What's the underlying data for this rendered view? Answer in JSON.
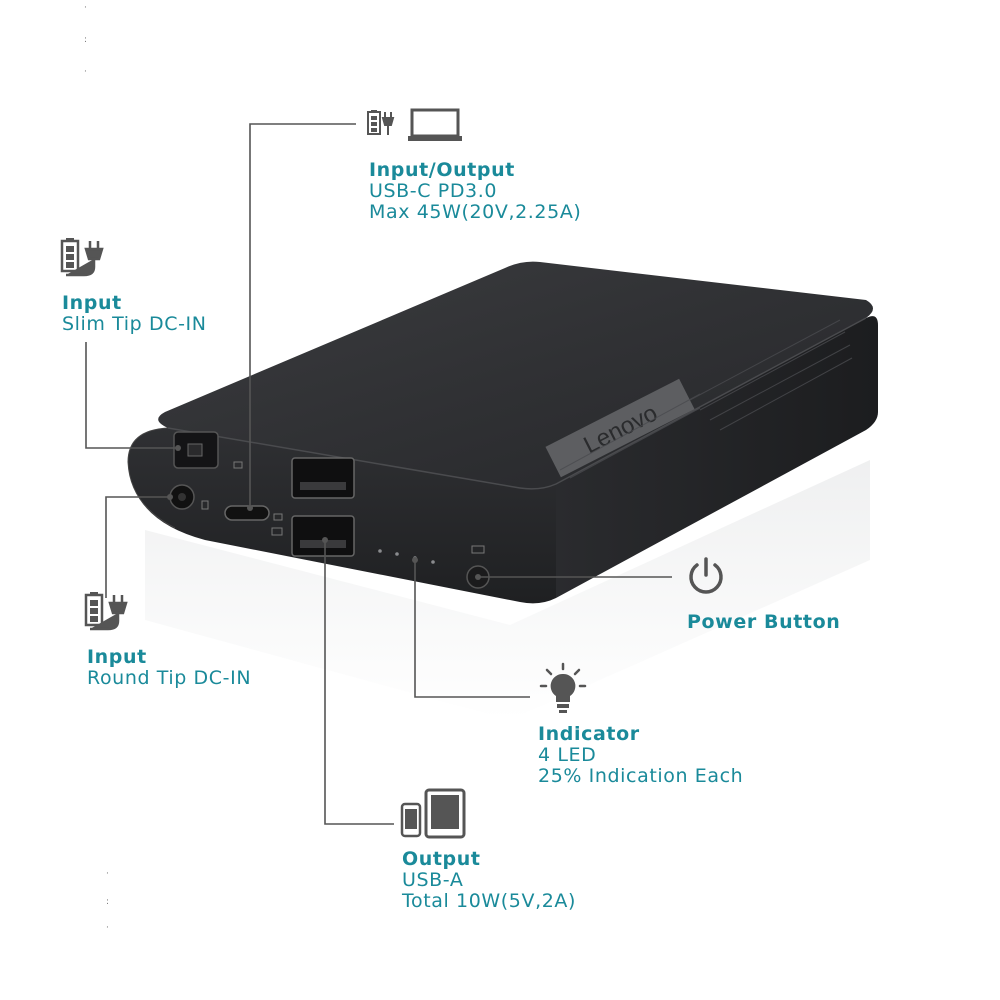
{
  "callouts": {
    "usb_c": {
      "title": "Input/Output",
      "lines": [
        "USB-C PD3.0",
        "Max 45W(20V,2.25A)"
      ]
    },
    "slim_tip": {
      "title": "Input",
      "lines": [
        "Slim Tip DC-IN"
      ]
    },
    "round_tip": {
      "title": "Input",
      "lines": [
        "Round Tip DC-IN"
      ]
    },
    "power": {
      "title": "Power Button"
    },
    "indicator": {
      "title": "Indicator",
      "lines": [
        "4 LED",
        "25% Indication Each"
      ]
    },
    "usb_a": {
      "title": "Output",
      "lines": [
        "USB-A",
        "Total 10W(5V,2A)"
      ]
    }
  },
  "device": {
    "brand": "Lenovo"
  },
  "colors": {
    "accent": "#1a8a9a",
    "leader": "#555555",
    "icon": "#555555",
    "body": "#2b2c2e"
  },
  "icons": [
    "battery-plug-icon",
    "laptop-icon",
    "power-icon",
    "lightbulb-icon",
    "phone-icon",
    "tablet-icon"
  ]
}
